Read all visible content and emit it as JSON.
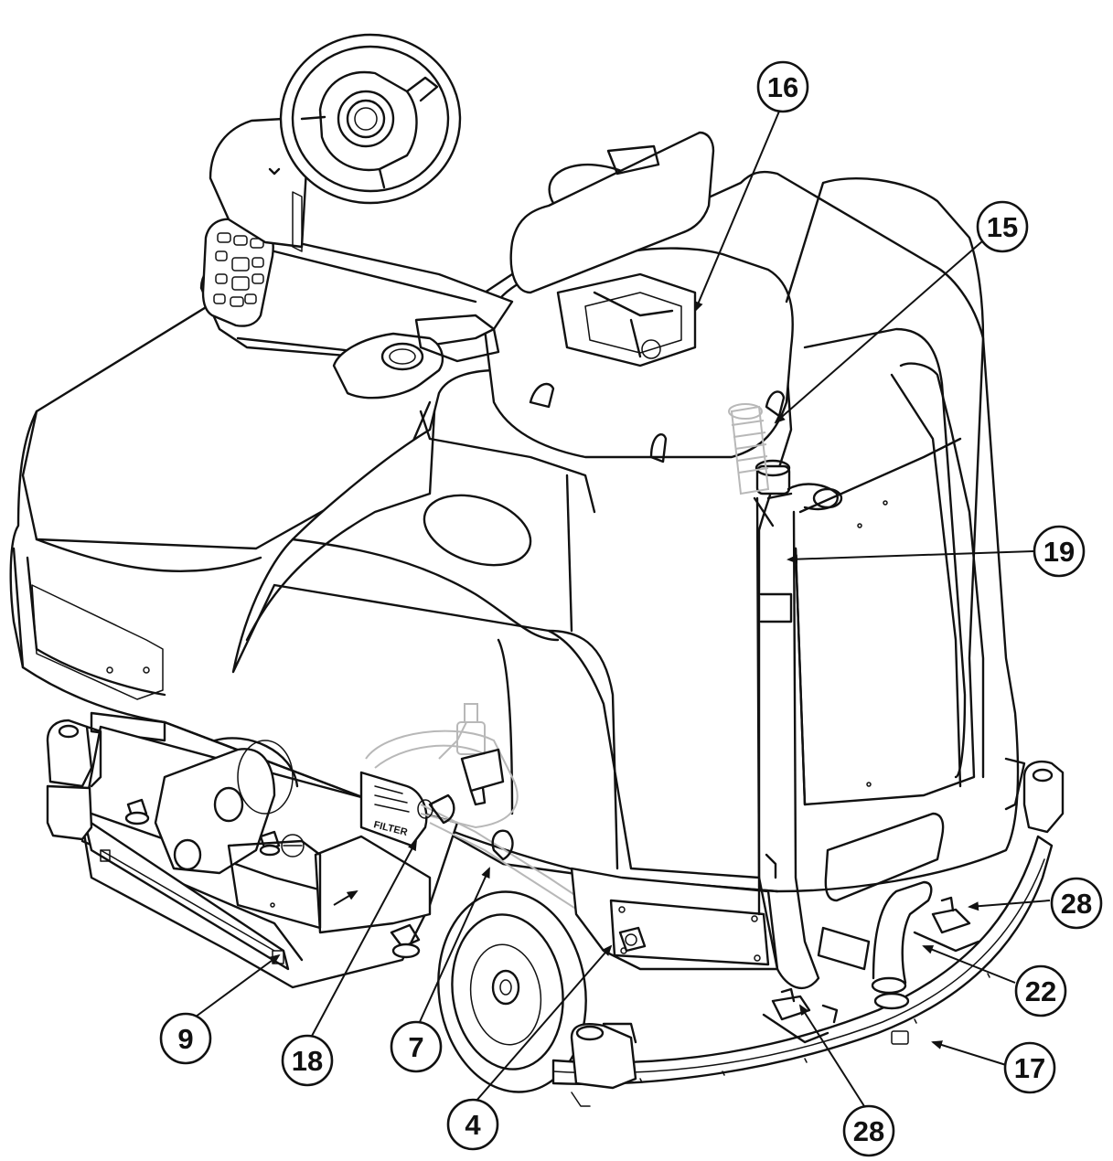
{
  "diagram": {
    "callouts": [
      {
        "id": "c16",
        "label": "16"
      },
      {
        "id": "c15",
        "label": "15"
      },
      {
        "id": "c19",
        "label": "19"
      },
      {
        "id": "c28a",
        "label": "28"
      },
      {
        "id": "c22",
        "label": "22"
      },
      {
        "id": "c17",
        "label": "17"
      },
      {
        "id": "c28b",
        "label": "28"
      },
      {
        "id": "c4",
        "label": "4"
      },
      {
        "id": "c7",
        "label": "7"
      },
      {
        "id": "c18",
        "label": "18"
      },
      {
        "id": "c9",
        "label": "9"
      }
    ],
    "decals": {
      "filter_label": "FILTER"
    },
    "colors": {
      "line": "#111111",
      "background": "#ffffff",
      "ghost_hose": "#b8b8b8"
    }
  }
}
